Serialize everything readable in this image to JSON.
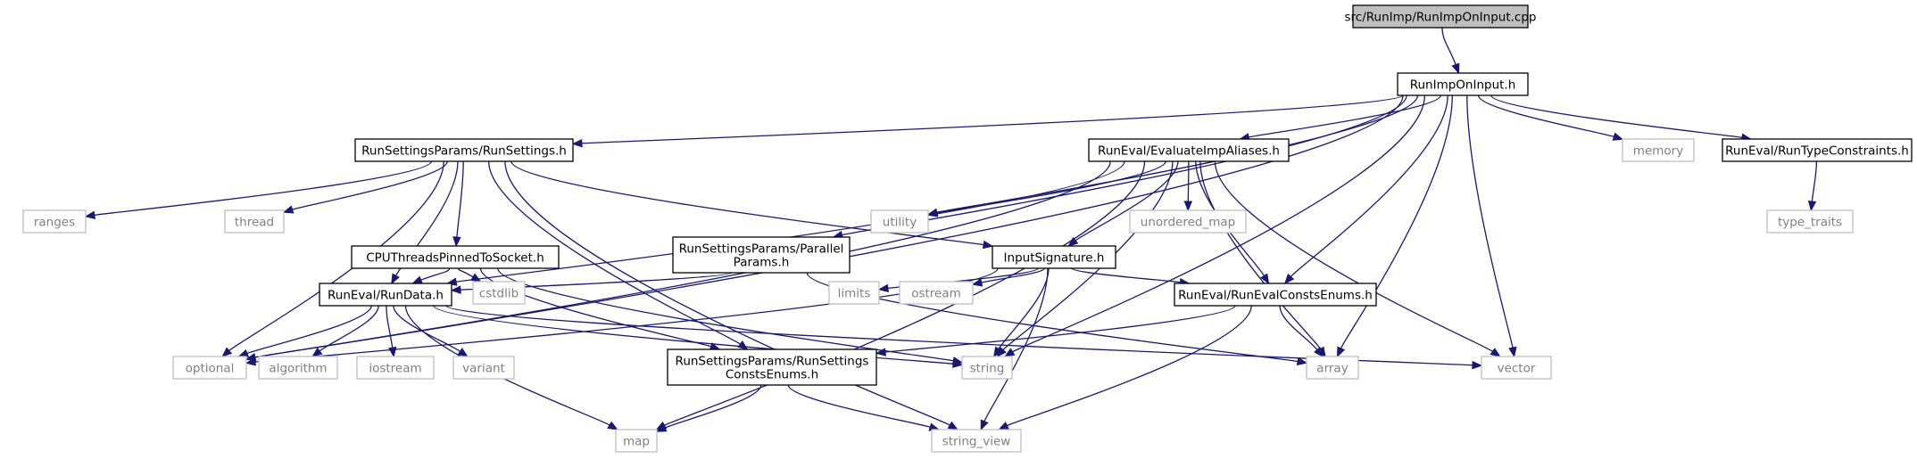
{
  "colors": {
    "edge": "#191970",
    "root_fill": "#bfbfbf",
    "doc_border": "#000000",
    "doc_text": "#000000",
    "ext_border": "#bfbfbf",
    "ext_text": "#808080"
  },
  "nodes": [
    {
      "id": "root",
      "kind": "root",
      "lines": [
        "src/RunImp/RunImpOnInput.cpp"
      ]
    },
    {
      "id": "runimponinput",
      "kind": "doc",
      "lines": [
        "RunImpOnInput.h"
      ]
    },
    {
      "id": "runsettings",
      "kind": "doc",
      "lines": [
        "RunSettingsParams/RunSettings.h"
      ]
    },
    {
      "id": "evalaliases",
      "kind": "doc",
      "lines": [
        "RunEval/EvaluateImpAliases.h"
      ]
    },
    {
      "id": "memory",
      "kind": "ext",
      "lines": [
        "memory"
      ]
    },
    {
      "id": "typeconstraints",
      "kind": "doc",
      "lines": [
        "RunEval/RunTypeConstraints.h"
      ]
    },
    {
      "id": "ranges",
      "kind": "ext",
      "lines": [
        "ranges"
      ]
    },
    {
      "id": "thread",
      "kind": "ext",
      "lines": [
        "thread"
      ]
    },
    {
      "id": "cputhreads",
      "kind": "doc",
      "lines": [
        "CPUThreadsPinnedToSocket.h"
      ]
    },
    {
      "id": "parallelparams",
      "kind": "doc",
      "lines": [
        "RunSettingsParams/Parallel",
        "Params.h"
      ]
    },
    {
      "id": "utility",
      "kind": "ext",
      "lines": [
        "utility"
      ]
    },
    {
      "id": "inputsig",
      "kind": "doc",
      "lines": [
        "InputSignature.h"
      ]
    },
    {
      "id": "unordered_map",
      "kind": "ext",
      "lines": [
        "unordered_map"
      ]
    },
    {
      "id": "type_traits",
      "kind": "ext",
      "lines": [
        "type_traits"
      ]
    },
    {
      "id": "cstdlib",
      "kind": "ext",
      "lines": [
        "cstdlib"
      ]
    },
    {
      "id": "rundata",
      "kind": "doc",
      "lines": [
        "RunEval/RunData.h"
      ]
    },
    {
      "id": "limits",
      "kind": "ext",
      "lines": [
        "limits"
      ]
    },
    {
      "id": "ostream",
      "kind": "ext",
      "lines": [
        "ostream"
      ]
    },
    {
      "id": "consts",
      "kind": "doc",
      "lines": [
        "RunEval/RunEvalConstsEnums.h"
      ]
    },
    {
      "id": "optional",
      "kind": "ext",
      "lines": [
        "optional"
      ]
    },
    {
      "id": "algorithm",
      "kind": "ext",
      "lines": [
        "algorithm"
      ]
    },
    {
      "id": "iostream",
      "kind": "ext",
      "lines": [
        "iostream"
      ]
    },
    {
      "id": "variant",
      "kind": "ext",
      "lines": [
        "variant"
      ]
    },
    {
      "id": "rsconsts",
      "kind": "doc",
      "lines": [
        "RunSettingsParams/RunSettings",
        "ConstsEnums.h"
      ]
    },
    {
      "id": "string",
      "kind": "ext",
      "lines": [
        "string"
      ]
    },
    {
      "id": "array",
      "kind": "ext",
      "lines": [
        "array"
      ]
    },
    {
      "id": "vector",
      "kind": "ext",
      "lines": [
        "vector"
      ]
    },
    {
      "id": "map",
      "kind": "ext",
      "lines": [
        "map"
      ]
    },
    {
      "id": "string_view",
      "kind": "ext",
      "lines": [
        "string_view"
      ]
    }
  ],
  "edges": [
    [
      "root",
      "runimponinput"
    ],
    [
      "runimponinput",
      "optional"
    ],
    [
      "runimponinput",
      "runsettings"
    ],
    [
      "runimponinput",
      "utility"
    ],
    [
      "runimponinput",
      "parallelparams"
    ],
    [
      "runimponinput",
      "evalaliases"
    ],
    [
      "runimponinput",
      "memory"
    ],
    [
      "runimponinput",
      "typeconstraints"
    ],
    [
      "runimponinput",
      "consts"
    ],
    [
      "runimponinput",
      "string"
    ],
    [
      "runimponinput",
      "array"
    ],
    [
      "runimponinput",
      "vector"
    ],
    [
      "runsettings",
      "ranges"
    ],
    [
      "runsettings",
      "thread"
    ],
    [
      "runsettings",
      "optional"
    ],
    [
      "runsettings",
      "rundata"
    ],
    [
      "runsettings",
      "cputhreads"
    ],
    [
      "runsettings",
      "inputsig"
    ],
    [
      "runsettings",
      "rsconsts"
    ],
    [
      "runsettings",
      "string_view"
    ],
    [
      "evalaliases",
      "utility"
    ],
    [
      "evalaliases",
      "optional"
    ],
    [
      "evalaliases",
      "rundata"
    ],
    [
      "evalaliases",
      "inputsig"
    ],
    [
      "evalaliases",
      "unordered_map"
    ],
    [
      "evalaliases",
      "consts"
    ],
    [
      "evalaliases",
      "string"
    ],
    [
      "evalaliases",
      "array"
    ],
    [
      "evalaliases",
      "vector"
    ],
    [
      "evalaliases",
      "map"
    ],
    [
      "typeconstraints",
      "type_traits"
    ],
    [
      "cputhreads",
      "rundata"
    ],
    [
      "cputhreads",
      "cstdlib"
    ],
    [
      "cputhreads",
      "rsconsts"
    ],
    [
      "cputhreads",
      "string"
    ],
    [
      "parallelparams",
      "rundata"
    ],
    [
      "parallelparams",
      "array"
    ],
    [
      "inputsig",
      "optional"
    ],
    [
      "inputsig",
      "limits"
    ],
    [
      "inputsig",
      "ostream"
    ],
    [
      "inputsig",
      "string"
    ],
    [
      "inputsig",
      "string_view"
    ],
    [
      "inputsig",
      "consts"
    ],
    [
      "rundata",
      "optional"
    ],
    [
      "rundata",
      "algorithm"
    ],
    [
      "rundata",
      "iostream"
    ],
    [
      "rundata",
      "variant"
    ],
    [
      "rundata",
      "map"
    ],
    [
      "rundata",
      "string"
    ],
    [
      "rundata",
      "vector"
    ],
    [
      "consts",
      "rsconsts"
    ],
    [
      "consts",
      "array"
    ],
    [
      "consts",
      "string_view"
    ],
    [
      "rsconsts",
      "map"
    ],
    [
      "rsconsts",
      "string_view"
    ]
  ]
}
